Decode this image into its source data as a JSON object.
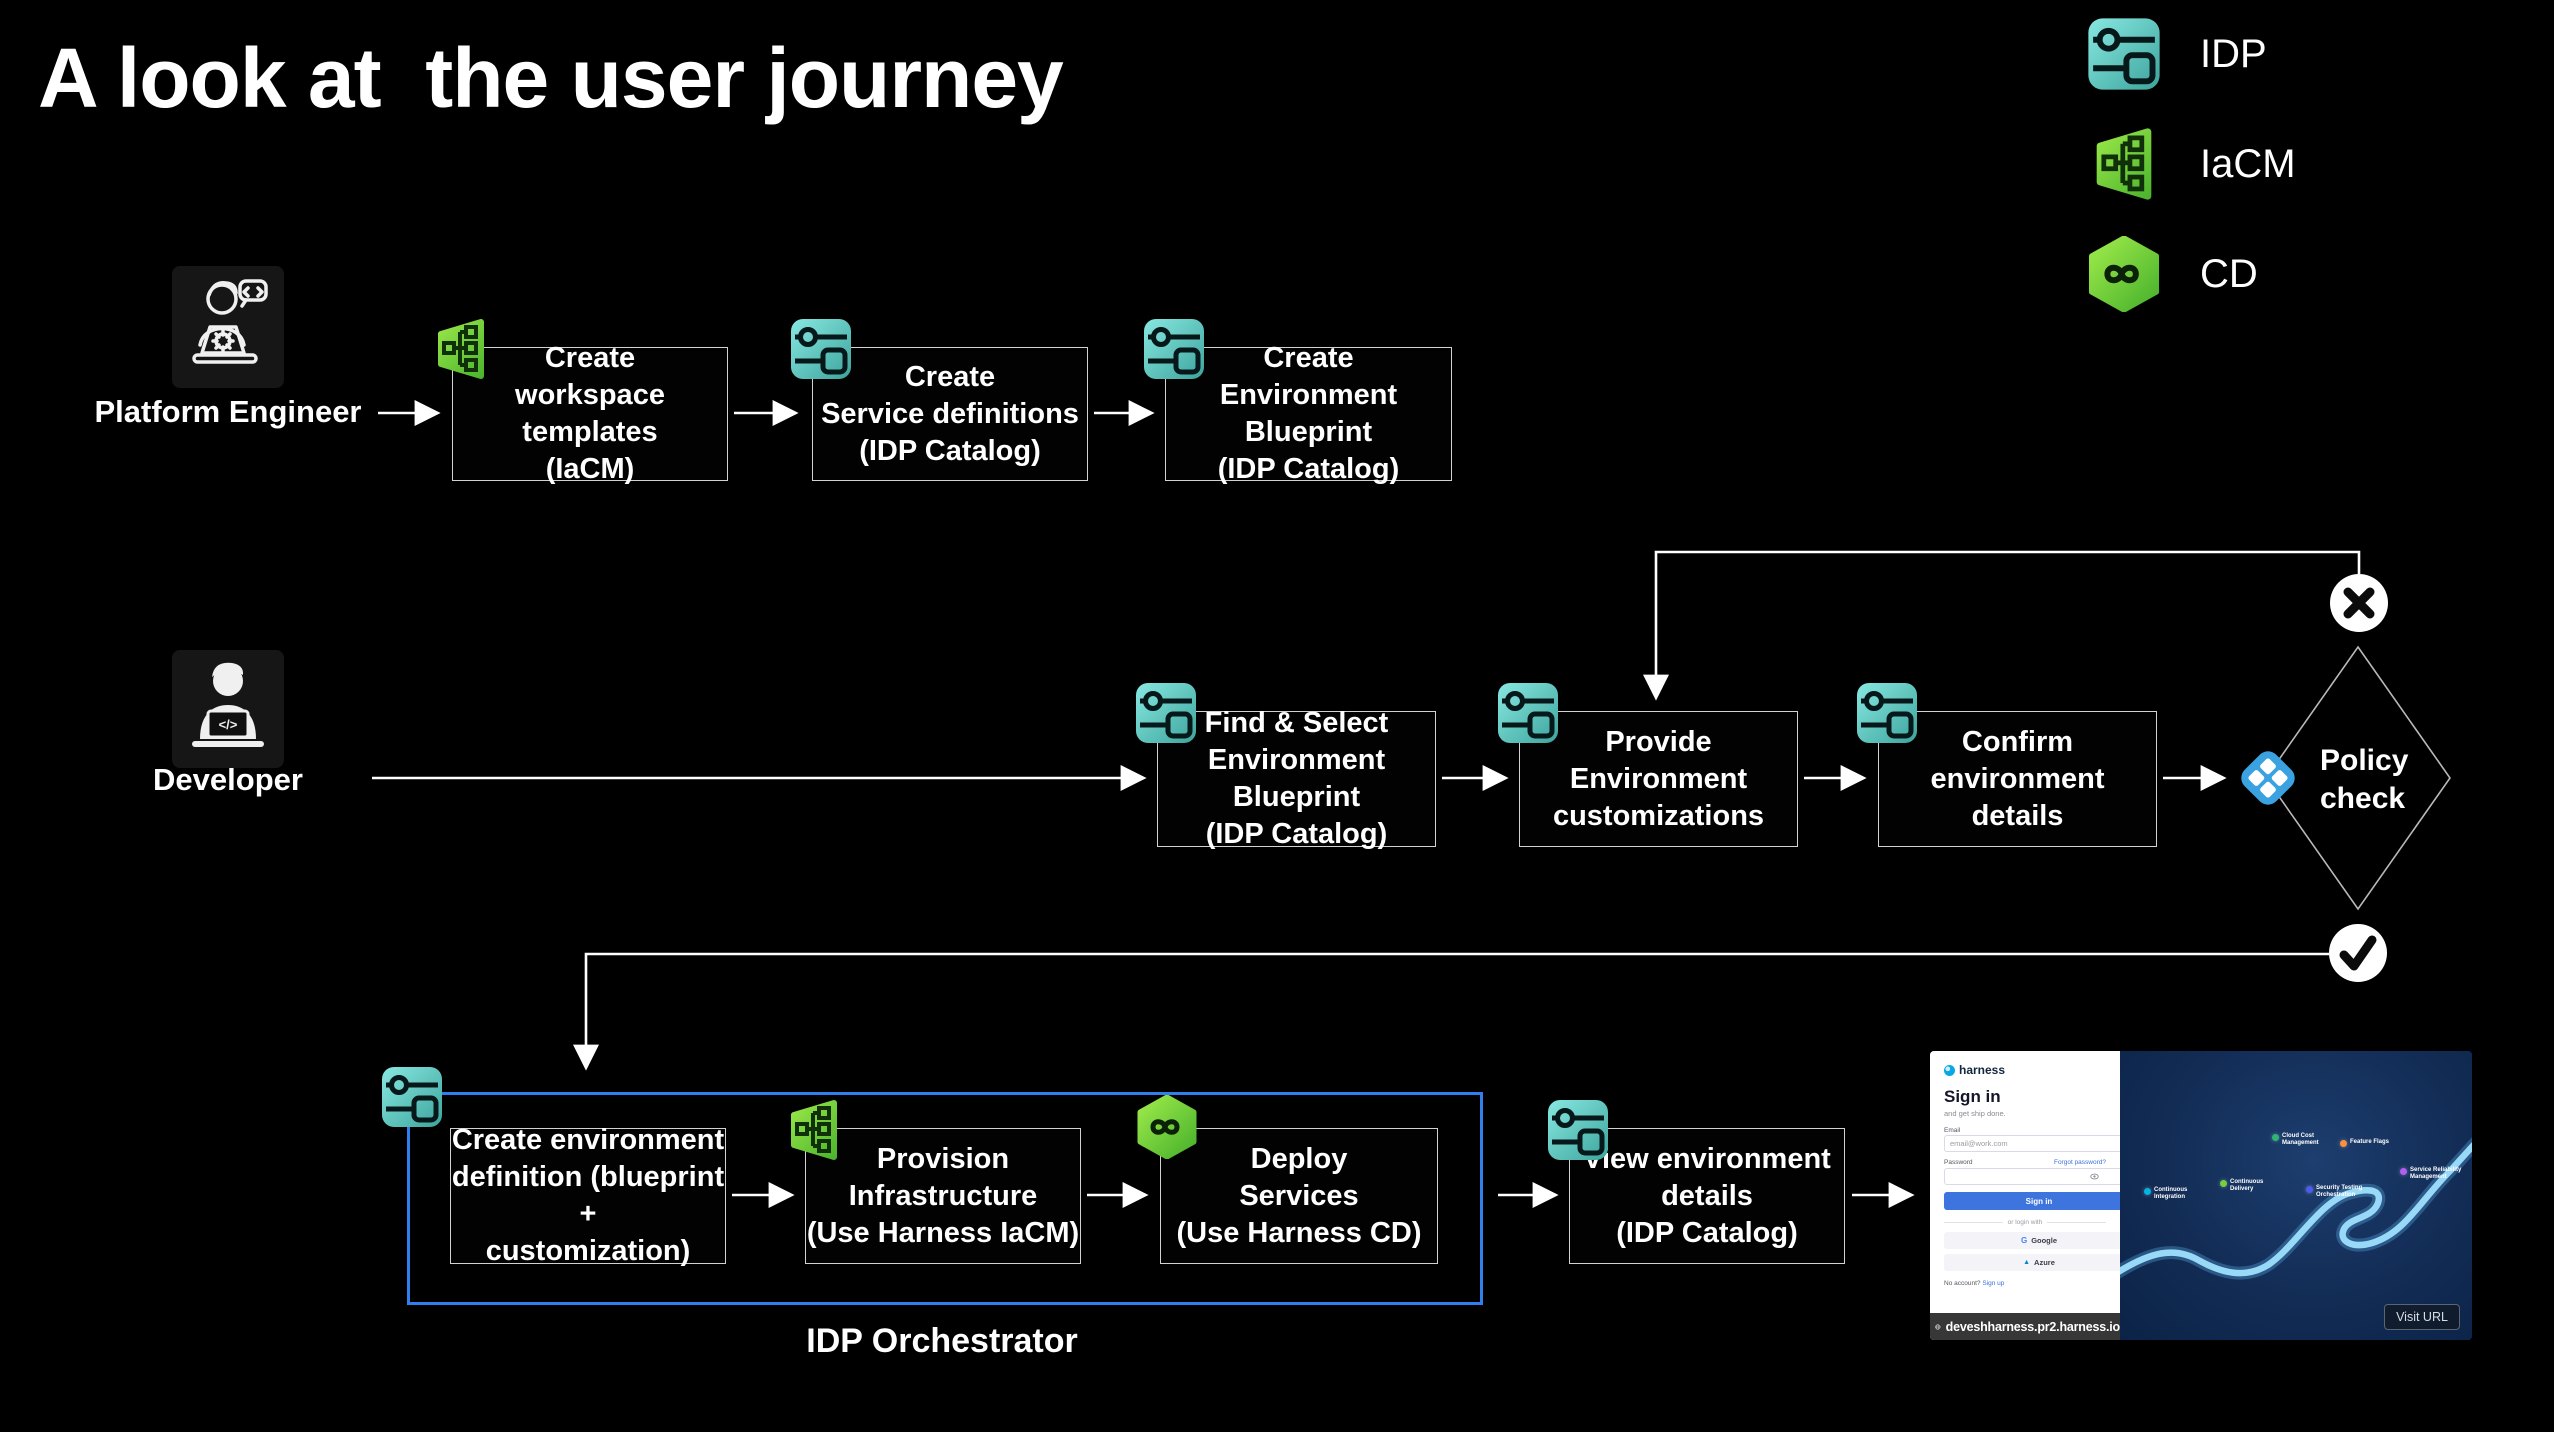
{
  "title": "A look at  the user journey",
  "legend": {
    "items": [
      {
        "id": "idp",
        "label": "IDP"
      },
      {
        "id": "iacm",
        "label": "IaCM"
      },
      {
        "id": "cd",
        "label": "CD"
      }
    ]
  },
  "actors": {
    "platform_engineer": "Platform Engineer",
    "developer": "Developer"
  },
  "boxes": {
    "b1": {
      "l1": "Create",
      "l2": "workspace templates",
      "l3": "(IaCM)",
      "icon": "iacm-icon"
    },
    "b2": {
      "l1": "Create",
      "l2": "Service definitions",
      "l3": "(IDP Catalog)",
      "icon": "idp-icon"
    },
    "b3": {
      "l1": "Create",
      "l2": "Environment Blueprint",
      "l3": "(IDP Catalog)",
      "icon": "idp-icon"
    },
    "b4": {
      "l1": "Find & Select",
      "l2": "Environment Blueprint",
      "l3": "(IDP Catalog)",
      "icon": "idp-icon"
    },
    "b5": {
      "l1": "Provide",
      "l2": "Environment",
      "l3": "customizations",
      "icon": "idp-icon"
    },
    "b6": {
      "l1": "Confirm environment",
      "l2": "details",
      "icon": "idp-icon"
    },
    "b7": {
      "l1": "Create environment",
      "l2": "definition (blueprint +",
      "l3": "customization)"
    },
    "b8": {
      "l1": "Provision",
      "l2": "Infrastructure",
      "l3": "(Use Harness IaCM)",
      "icon": "iacm-icon"
    },
    "b9": {
      "l1": "Deploy",
      "l2": "Services",
      "l3": "(Use Harness CD)",
      "icon": "cd-icon"
    },
    "b10": {
      "l1": "View environment",
      "l2": "details",
      "l3": "(IDP Catalog)",
      "icon": "idp-icon"
    }
  },
  "decision": {
    "l1": "Policy",
    "l2": "check"
  },
  "badges": {
    "fail": "x",
    "pass": "check"
  },
  "orchestrator": {
    "label": "IDP Orchestrator"
  },
  "colors": {
    "idp_icon_teal": "#5fd4cf",
    "iacm_icon_green": "#62cc33",
    "cd_icon_green": "#5ec832",
    "policy_icon_blue": "#3aa2e0",
    "orchestrator_border_blue": "#2f80ed",
    "signin_button_blue": "#3e74dd"
  },
  "screenshot": {
    "brand": "harness",
    "signin": {
      "heading": "Sign in",
      "subheading": "and get ship done.",
      "email_label": "Email",
      "email_placeholder": "email@work.com",
      "password_label": "Password",
      "forgot": "Forgot password?",
      "signin_button": "Sign in",
      "divider": "or login with",
      "google": "Google",
      "azure": "Azure",
      "no_account": "No account?",
      "signup": "Sign up"
    },
    "url": "deveshharness.pr2.harness.io",
    "visit_button": "Visit URL",
    "modules": [
      {
        "label": "Continuous Integration",
        "color": "#00b4e6"
      },
      {
        "label": "Continuous Delivery",
        "color": "#73d13d"
      },
      {
        "label": "Cloud Cost Management",
        "color": "#2bb673"
      },
      {
        "label": "Feature Flags",
        "color": "#ff9038"
      },
      {
        "label": "Security Testing Orchestration",
        "color": "#4c5bf0"
      },
      {
        "label": "Service Reliability Management",
        "color": "#b55cf5"
      }
    ]
  }
}
